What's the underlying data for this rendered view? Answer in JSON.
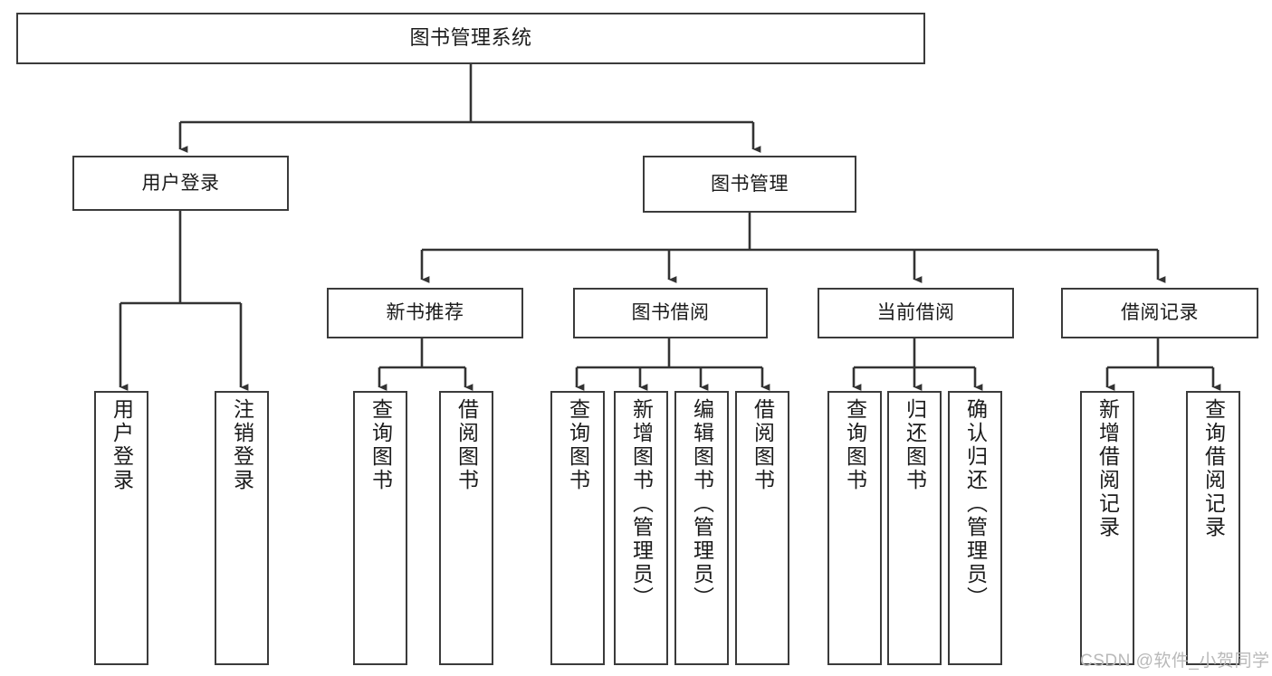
{
  "diagram": {
    "title": "图书管理系统",
    "type": "tree",
    "watermark": "CSDN @软件_小贺同学",
    "colors": {
      "node_border": "#3b3b3b",
      "node_fill": "#ffffff",
      "connector": "#333333",
      "text": "#1b1b1b",
      "watermark": "#b9b9b9",
      "background": "#ffffff"
    },
    "root": {
      "label": "图书管理系统"
    },
    "level1": [
      {
        "label": "用户登录"
      },
      {
        "label": "图书管理"
      }
    ],
    "level2": [
      {
        "label": "新书推荐"
      },
      {
        "label": "图书借阅"
      },
      {
        "label": "当前借阅"
      },
      {
        "label": "借阅记录"
      }
    ],
    "leaves": {
      "user_login": [
        {
          "label": "用户登录"
        },
        {
          "label": "注销登录"
        }
      ],
      "new_book_recommend": [
        {
          "label": "查询图书"
        },
        {
          "label": "借阅图书"
        }
      ],
      "book_borrow": [
        {
          "label": "查询图书"
        },
        {
          "label": "新增图书（管理员）"
        },
        {
          "label": "编辑图书（管理员）"
        },
        {
          "label": "借阅图书"
        }
      ],
      "current_borrow": [
        {
          "label": "查询图书"
        },
        {
          "label": "归还图书"
        },
        {
          "label": "确认归还（管理员）"
        }
      ],
      "borrow_record": [
        {
          "label": "新增借阅记录"
        },
        {
          "label": "查询借阅记录"
        }
      ]
    }
  }
}
